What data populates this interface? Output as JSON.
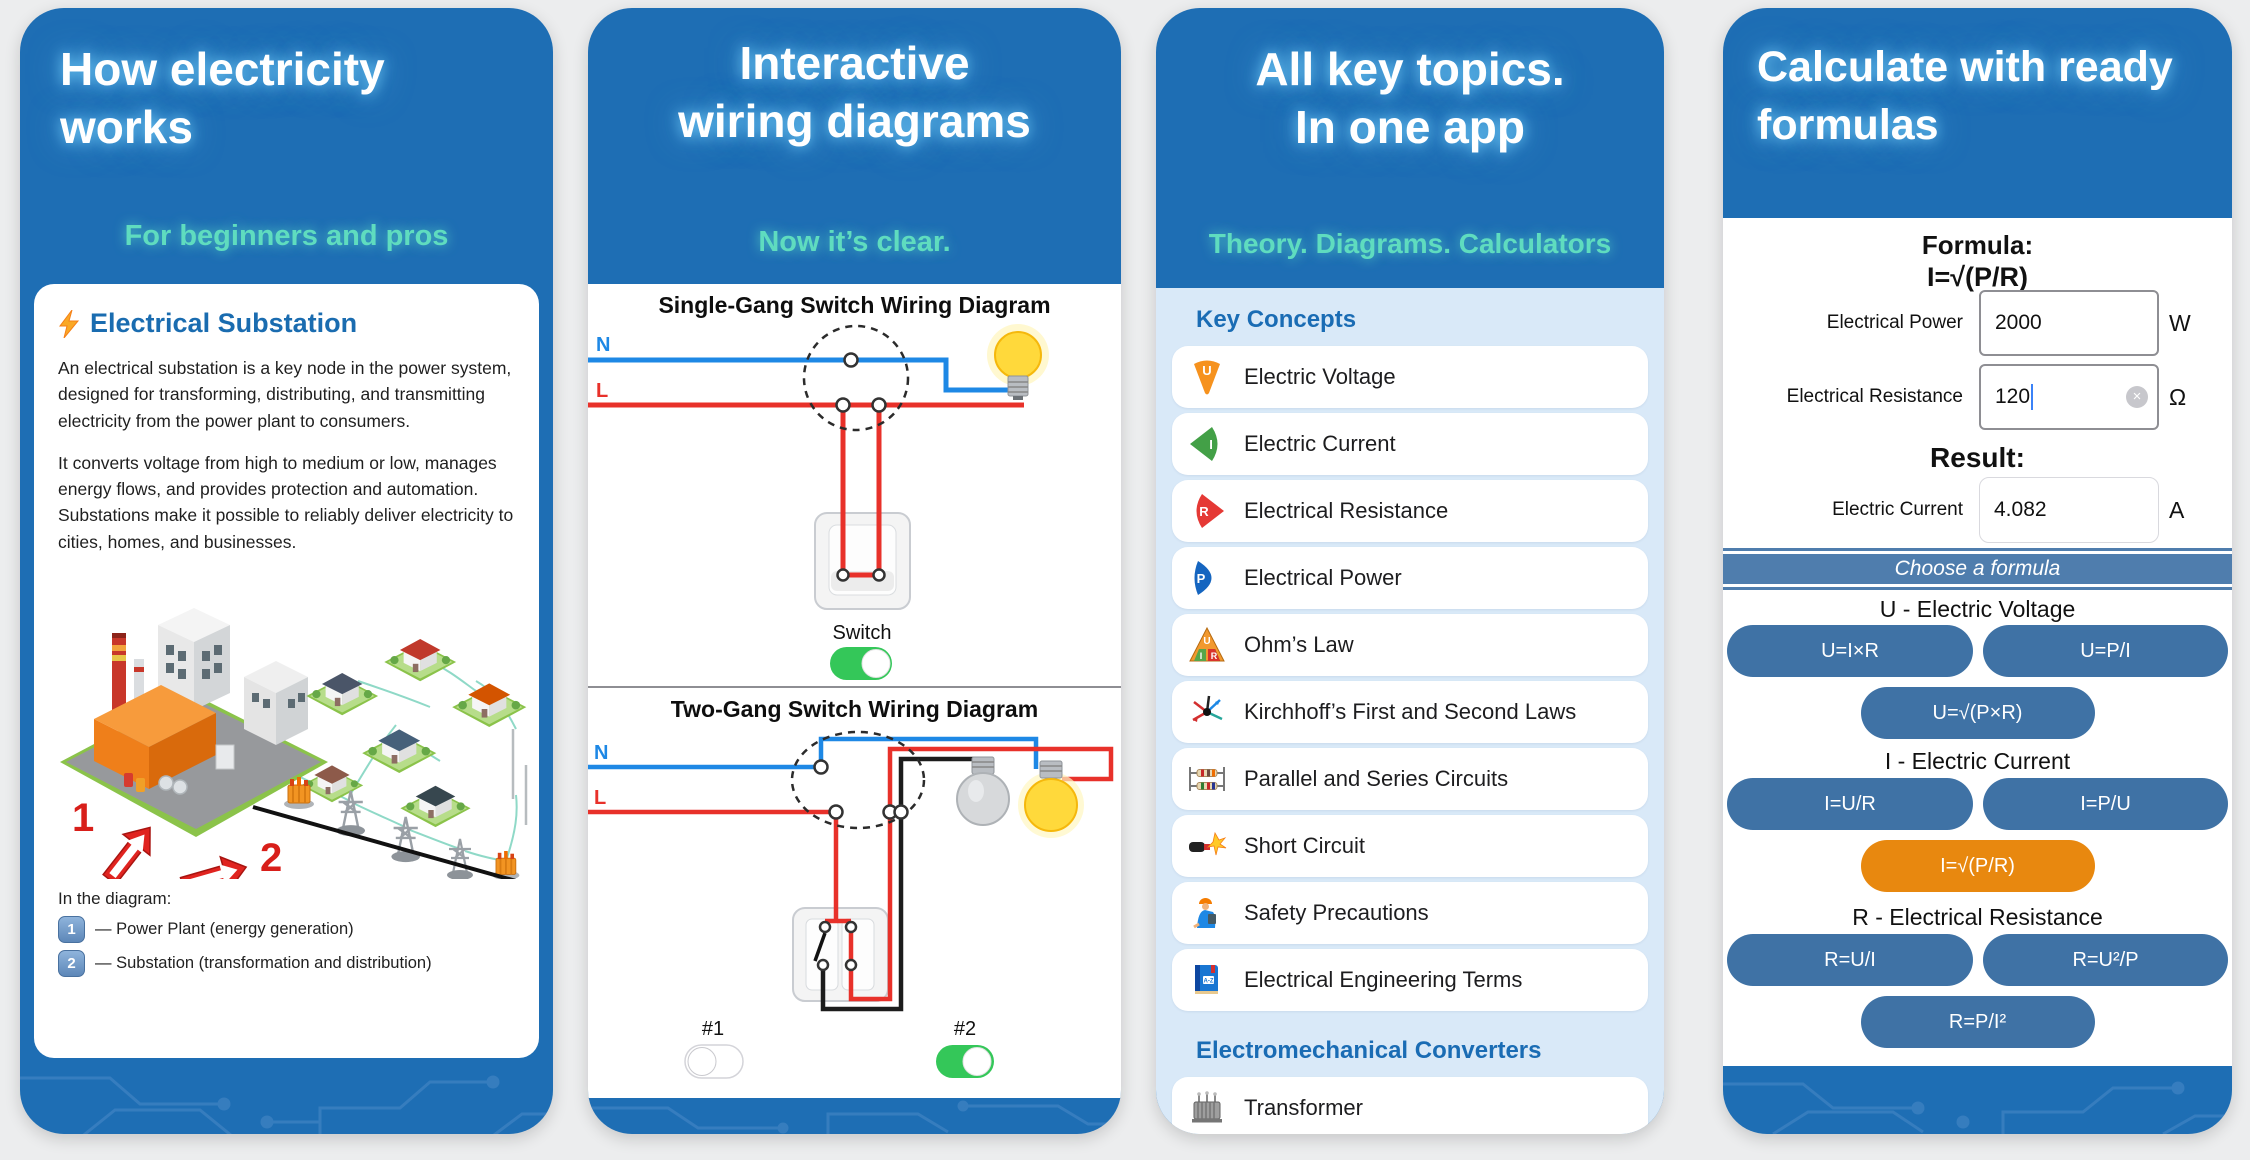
{
  "colors": {
    "panel_blue": "#1e6eb4",
    "accent_green": "#5fdcbf",
    "heading_blue": "#1a6cb4",
    "list_bg": "#d9e9f8",
    "pill_blue": "#3f72a5",
    "selected_orange": "#e8880f",
    "wire_blue": "#1e88e5",
    "wire_red": "#e8312a",
    "wire_black": "#1c1c1c",
    "toggle_green": "#34c759"
  },
  "panel1": {
    "title_line1": "How electricity",
    "title_line2": "works",
    "subtitle": "For beginners and pros",
    "heading": "Electrical Substation",
    "para1": "An electrical substation is a key node in the power system, designed for transforming, distributing, and transmitting electricity from the power plant to consumers.",
    "para2": "It converts voltage from high to medium or low, manages energy flows, and provides protection and automation. Substations make it possible to reliably deliver electricity to cities, homes, and businesses.",
    "legend_title": "In the diagram:",
    "legend": [
      {
        "num": "1",
        "text": "— Power Plant (energy generation)"
      },
      {
        "num": "2",
        "text": "— Substation (transformation and distribution)"
      }
    ],
    "illustration": {
      "arrow1": "1",
      "arrow2": "2"
    }
  },
  "panel2": {
    "title_line1": "Interactive",
    "title_line2": "wiring diagrams",
    "subtitle": "Now it’s clear.",
    "diagram1": {
      "title": "Single-Gang Switch Wiring Diagram",
      "n": "N",
      "l": "L",
      "switch_label": "Switch"
    },
    "diagram2": {
      "title": "Two-Gang Switch Wiring Diagram",
      "n": "N",
      "l": "L",
      "s1": "#1",
      "s2": "#2"
    }
  },
  "panel3": {
    "title_line1": "All key topics.",
    "title_line2": "In one app",
    "subtitle": "Theory. Diagrams. Calculators",
    "section1": "Key Concepts",
    "items": [
      {
        "label": "Electric Voltage",
        "icon": "voltage-u-icon"
      },
      {
        "label": "Electric Current",
        "icon": "current-i-icon"
      },
      {
        "label": "Electrical Resistance",
        "icon": "resistance-r-icon"
      },
      {
        "label": "Electrical Power",
        "icon": "power-p-icon"
      },
      {
        "label": "Ohm’s Law",
        "icon": "ohm-triangle-icon"
      },
      {
        "label": "Kirchhoff’s First and Second Laws",
        "icon": "kirchhoff-node-icon"
      },
      {
        "label": "Parallel and Series Circuits",
        "icon": "resistors-icon"
      },
      {
        "label": "Short Circuit",
        "icon": "short-circuit-icon"
      },
      {
        "label": "Safety Precautions",
        "icon": "safety-worker-icon"
      },
      {
        "label": "Electrical Engineering Terms",
        "icon": "terms-book-icon"
      }
    ],
    "section2": "Electromechanical Converters",
    "items2": [
      {
        "label": "Transformer",
        "icon": "transformer-icon"
      }
    ]
  },
  "panel4": {
    "title_line1": "Calculate with ready",
    "title_line2": "formulas",
    "formula_label": "Formula:",
    "formula_value": "I=√(P/R)",
    "inputs": [
      {
        "label": "Electrical Power",
        "value": "2000",
        "unit": "W"
      },
      {
        "label": "Electrical Resistance",
        "value": "120",
        "unit": "Ω"
      }
    ],
    "result_label": "Result:",
    "result": {
      "label": "Electric Current",
      "value": "4.082",
      "unit": "A"
    },
    "choose_label": "Choose a formula",
    "groups": [
      {
        "header": "U - Electric Voltage",
        "b1": "U=I×R",
        "b2": "U=P/I",
        "b3": "U=√(P×R)"
      },
      {
        "header": "I - Electric Current",
        "b1": "I=U/R",
        "b2": "I=P/U",
        "b3": "I=√(P/R)"
      },
      {
        "header": "R - Electrical Resistance",
        "b1": "R=U/I",
        "b2": "R=U²/P",
        "b3": "R=P/I²"
      }
    ]
  }
}
